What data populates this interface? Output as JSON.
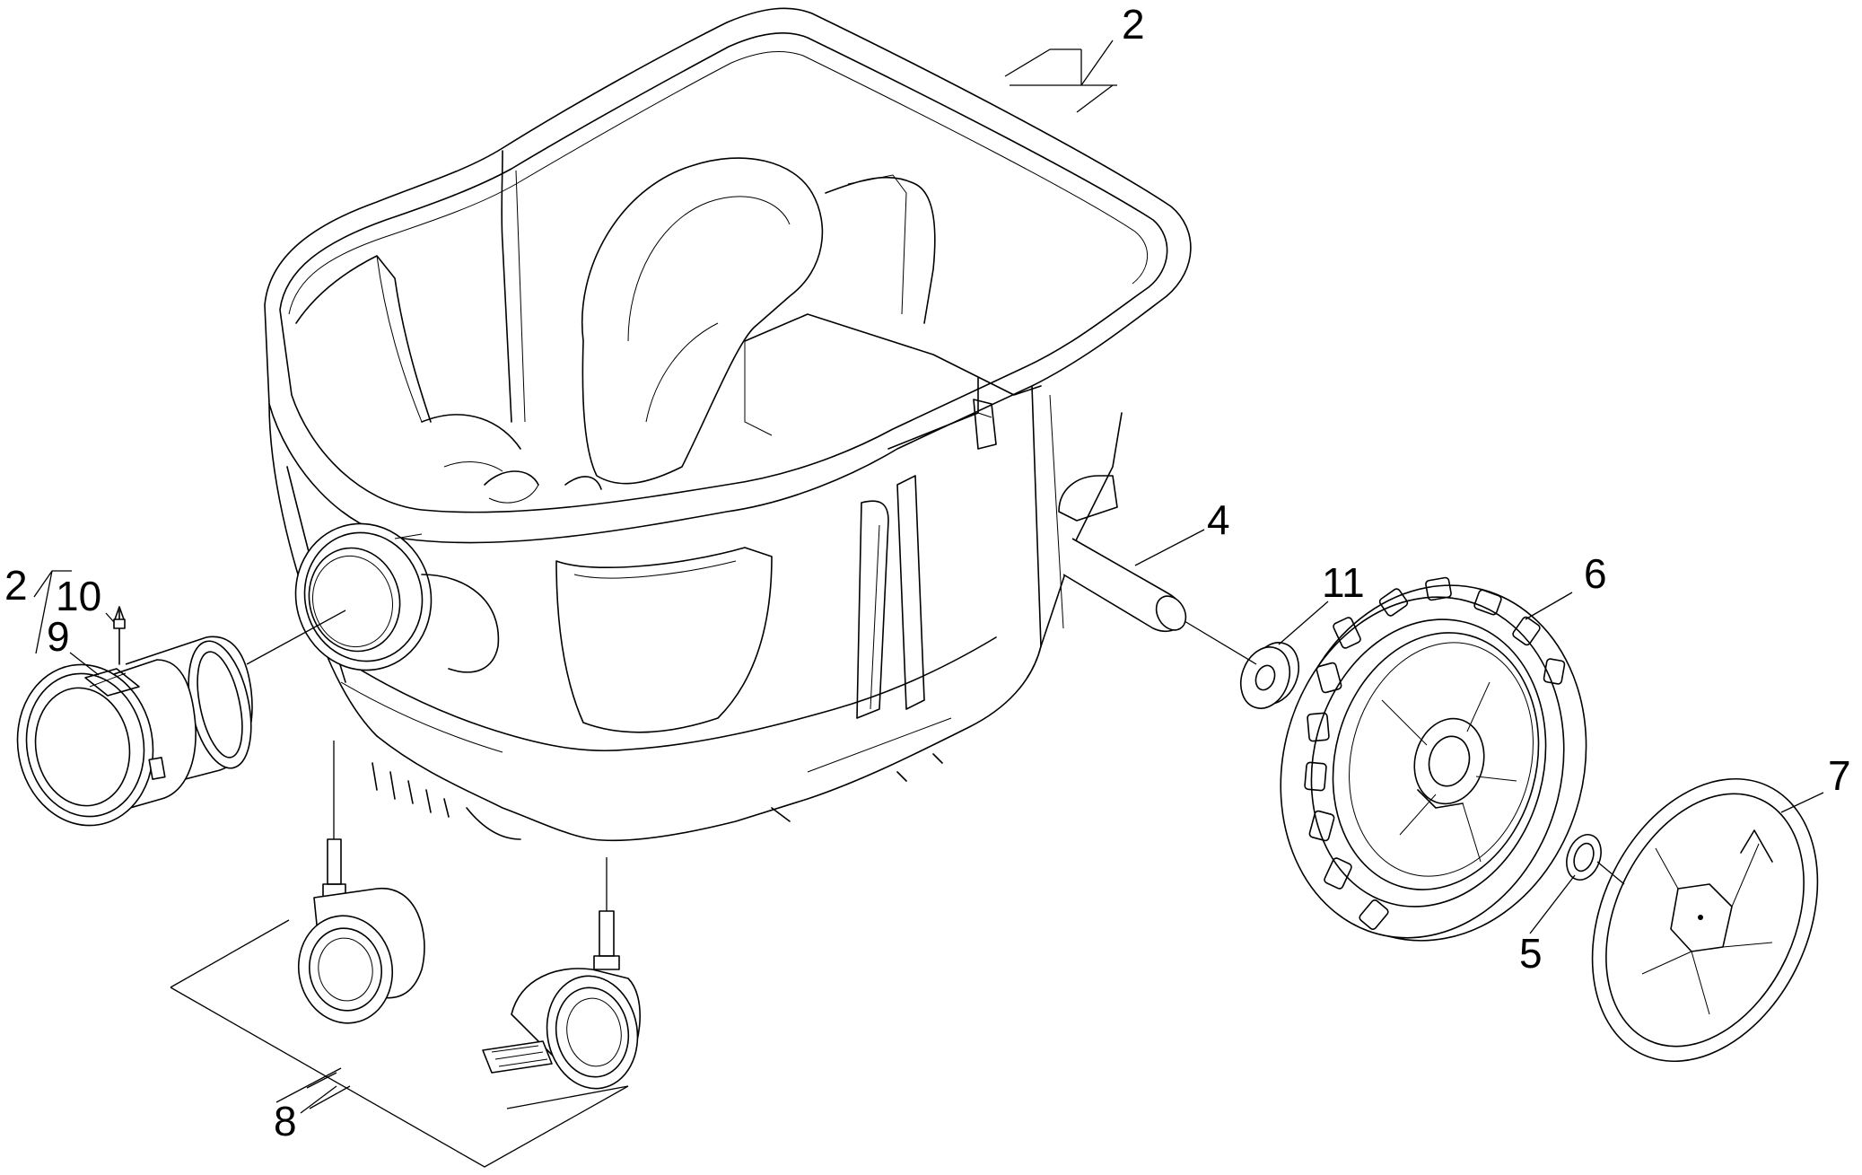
{
  "callouts": {
    "c2_top": "2",
    "c2_left": "2",
    "c10": "10",
    "c9": "9",
    "c4": "4",
    "c11": "11",
    "c6": "6",
    "c7": "7",
    "c5": "5",
    "c8": "8"
  }
}
